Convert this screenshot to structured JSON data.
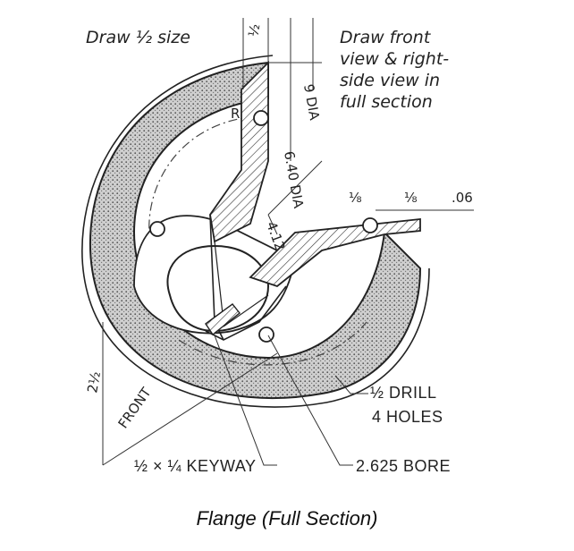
{
  "notes": {
    "scale_note": "Draw ½ size",
    "instruction_line1": "Draw front",
    "instruction_line2": "view & right-",
    "instruction_line3": "side view in",
    "instruction_line4": "full section"
  },
  "dimensions": {
    "flange_thickness": "½",
    "outer_dia": "9 DIA",
    "bolt_circle_dia": "6.40 DIA",
    "hub_dia": "4.12",
    "hub_length": "2½",
    "radius": "R",
    "fillet_1": "⅛",
    "fillet_2": "⅛",
    "chamfer": ".06"
  },
  "callouts": {
    "drill_line1": "½ DRILL",
    "drill_line2": "4 HOLES",
    "keyway": "½ × ¼ KEYWAY",
    "bore": "2.625 BORE",
    "front": "FRONT"
  },
  "caption": "Flange (Full Section)"
}
